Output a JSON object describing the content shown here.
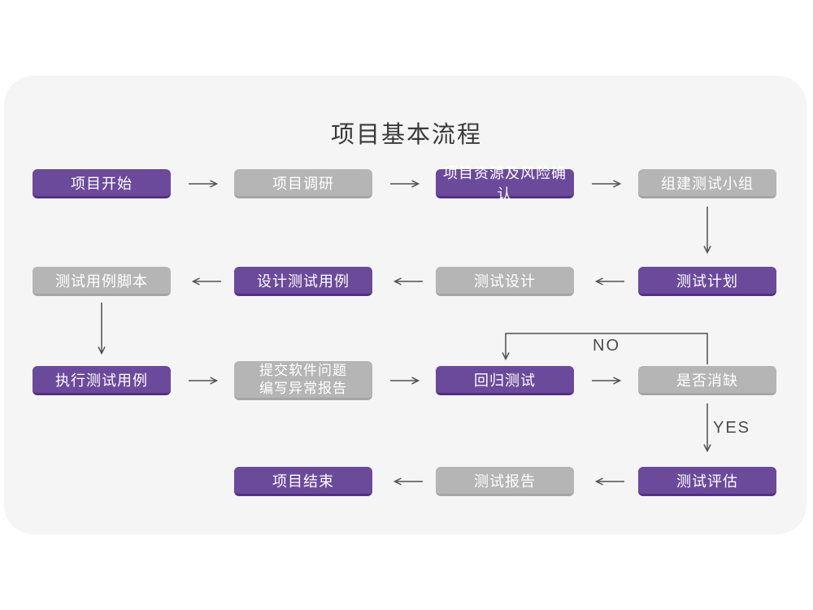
{
  "title": "项目基本流程",
  "decision_labels": {
    "no": "NO",
    "yes": "YES"
  },
  "nodes": [
    {
      "label": "项目开始",
      "variant": "purple"
    },
    {
      "label": "项目调研",
      "variant": "gray"
    },
    {
      "label": "项目资源及风险确认",
      "variant": "purple"
    },
    {
      "label": "组建测试小组",
      "variant": "gray"
    },
    {
      "label": "测试用例脚本",
      "variant": "gray"
    },
    {
      "label": "设计测试用例",
      "variant": "purple"
    },
    {
      "label": "测试设计",
      "variant": "gray"
    },
    {
      "label": "测试计划",
      "variant": "purple"
    },
    {
      "label": "执行测试用例",
      "variant": "purple"
    },
    {
      "label": "提交软件问题\n编写异常报告",
      "variant": "gray"
    },
    {
      "label": "回归测试",
      "variant": "purple"
    },
    {
      "label": "是否消缺",
      "variant": "gray"
    },
    {
      "label": "项目结束",
      "variant": "purple"
    },
    {
      "label": "测试报告",
      "variant": "gray"
    },
    {
      "label": "测试评估",
      "variant": "purple"
    }
  ],
  "edges": [
    {
      "from": "项目开始",
      "to": "项目调研"
    },
    {
      "from": "项目调研",
      "to": "项目资源及风险确认"
    },
    {
      "from": "项目资源及风险确认",
      "to": "组建测试小组"
    },
    {
      "from": "组建测试小组",
      "to": "测试计划"
    },
    {
      "from": "测试计划",
      "to": "测试设计"
    },
    {
      "from": "测试设计",
      "to": "设计测试用例"
    },
    {
      "from": "设计测试用例",
      "to": "测试用例脚本"
    },
    {
      "from": "测试用例脚本",
      "to": "执行测试用例"
    },
    {
      "from": "执行测试用例",
      "to": "提交软件问题 编写异常报告"
    },
    {
      "from": "提交软件问题 编写异常报告",
      "to": "回归测试"
    },
    {
      "from": "回归测试",
      "to": "是否消缺"
    },
    {
      "from": "是否消缺",
      "to": "回归测试",
      "label": "NO"
    },
    {
      "from": "是否消缺",
      "to": "测试评估",
      "label": "YES"
    },
    {
      "from": "测试评估",
      "to": "测试报告"
    },
    {
      "from": "测试报告",
      "to": "项目结束"
    }
  ],
  "colors": {
    "purple": "#6b4a9b",
    "purple_dark": "#543081",
    "gray": "#b5b5b6",
    "gray_dark": "#a5a5a6",
    "card_background": "#f5f5f6",
    "page_background": "#ffffff",
    "arrow": "#4f4f4f",
    "title_text": "#3a3a3a",
    "node_text": "#ffffff"
  }
}
